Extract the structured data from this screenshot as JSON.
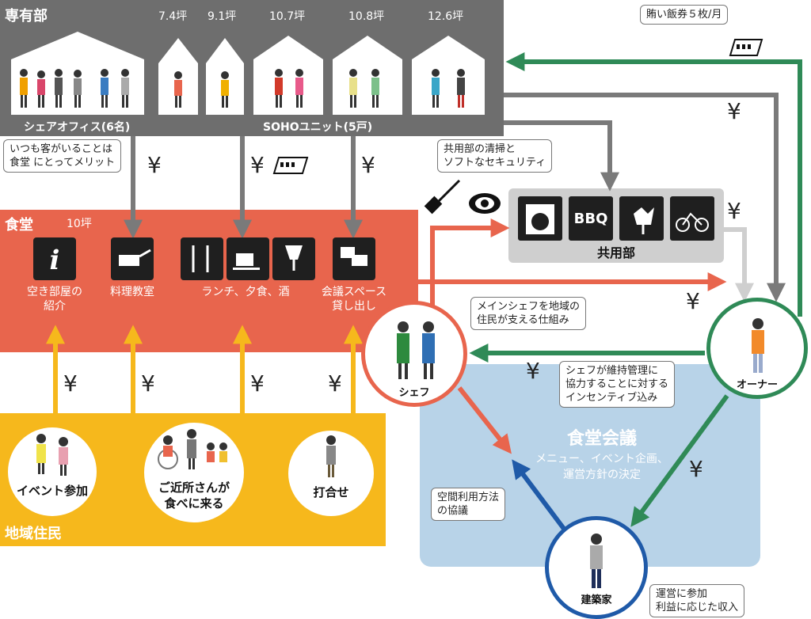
{
  "exclusive": {
    "title": "専有部",
    "units": [
      "7.4坪",
      "9.1坪",
      "10.7坪",
      "10.8坪",
      "12.6坪"
    ],
    "share_office": "シェアオフィス(6名)",
    "soho": "SOHOユニット(5戸)"
  },
  "meal_ticket_note": "賄い飯券５枚/月",
  "restaurant": {
    "title": "食堂",
    "size": "10坪",
    "services": [
      {
        "icon": "info-icon",
        "label": "空き部屋の\n紹介"
      },
      {
        "icon": "cooking-pot-icon",
        "label": "料理教室"
      },
      {
        "icon": "fork-knife-icon",
        "label": ""
      },
      {
        "icon": "coffee-cup-icon",
        "label": "ランチ、夕食、酒"
      },
      {
        "icon": "wine-glass-icon",
        "label": ""
      },
      {
        "icon": "chat-bubbles-icon",
        "label": "会議スペース\n貸し出し"
      }
    ]
  },
  "callouts": {
    "always_guests": "いつも客がいることは\n食堂 にとってメリット",
    "cleaning_security": "共用部の清掃と\nソフトなセキュリティ",
    "main_chef": "メインシェフを地域の\n住民が支える仕組み",
    "incentive": "シェフが維持管理に\n協力することに対する\nインセンティブ込み",
    "space_usage": "空間利用方法\nの協議",
    "architect_income": "運営に参加\n利益に応じた収入"
  },
  "common": {
    "title": "共用部",
    "facilities": [
      {
        "icon": "washing-machine-icon",
        "label": ""
      },
      {
        "icon": "bbq-icon",
        "label": "BBQ"
      },
      {
        "icon": "tulip-icon",
        "label": ""
      },
      {
        "icon": "bicycle-icon",
        "label": ""
      }
    ]
  },
  "actors": {
    "chef": "シェフ",
    "owner": "オーナー",
    "architect": "建築家"
  },
  "meeting": {
    "title": "食堂会議",
    "desc": "メニュー、イベント企画、\n運営方針の決定"
  },
  "residents": {
    "title": "地域住民",
    "groups": [
      "イベント参加",
      "ご近所さんが\n食べに来る",
      "打合せ"
    ]
  },
  "currency_symbol": "¥",
  "colors": {
    "gray_region": "#6e6e6e",
    "restaurant": "#e8654d",
    "residents": "#f6b81c",
    "meeting": "#b8d3e8",
    "owner_green": "#2f8a57",
    "architect_blue": "#1f5aa8",
    "arrow_gray": "#7a7a7a"
  }
}
